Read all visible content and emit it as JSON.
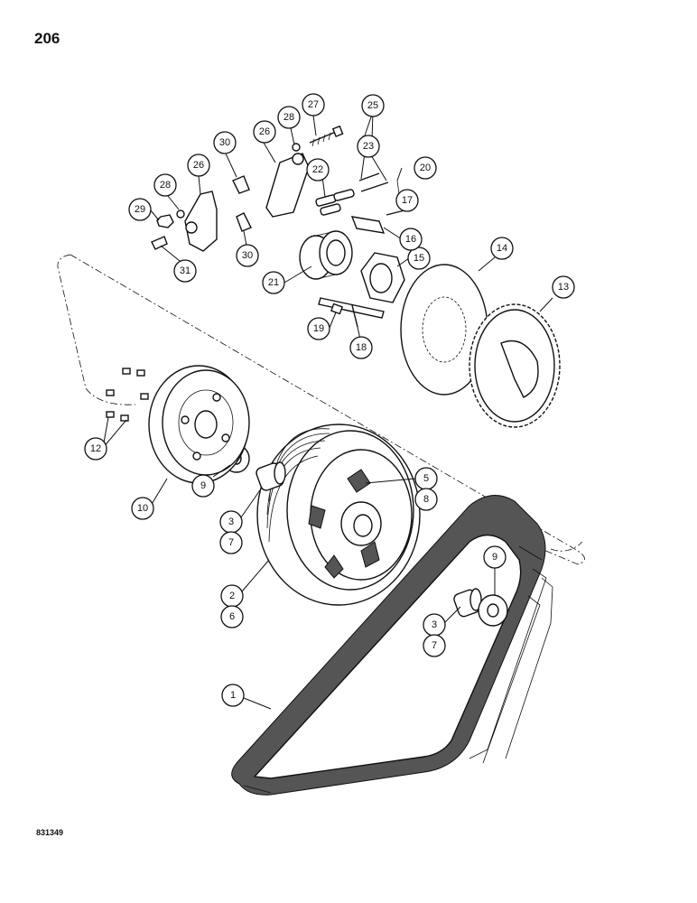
{
  "page": {
    "number": "206",
    "figure_code": "831349",
    "colors": {
      "ink": "#111111",
      "paper": "#ffffff",
      "belt": "#555555"
    }
  },
  "callouts": [
    {
      "id": "c1",
      "label": "1"
    },
    {
      "id": "c2",
      "label": "2"
    },
    {
      "id": "c6",
      "label": "6"
    },
    {
      "id": "c3a",
      "label": "3"
    },
    {
      "id": "c7a",
      "label": "7"
    },
    {
      "id": "c3b",
      "label": "3"
    },
    {
      "id": "c7b",
      "label": "7"
    },
    {
      "id": "c5",
      "label": "5"
    },
    {
      "id": "c8",
      "label": "8"
    },
    {
      "id": "c9a",
      "label": "9"
    },
    {
      "id": "c9b",
      "label": "9"
    },
    {
      "id": "c10",
      "label": "10"
    },
    {
      "id": "c12",
      "label": "12"
    },
    {
      "id": "c13",
      "label": "13"
    },
    {
      "id": "c14",
      "label": "14"
    },
    {
      "id": "c15",
      "label": "15"
    },
    {
      "id": "c16",
      "label": "16"
    },
    {
      "id": "c17",
      "label": "17"
    },
    {
      "id": "c18",
      "label": "18"
    },
    {
      "id": "c19",
      "label": "19"
    },
    {
      "id": "c20",
      "label": "20"
    },
    {
      "id": "c21",
      "label": "21"
    },
    {
      "id": "c22",
      "label": "22"
    },
    {
      "id": "c23",
      "label": "23"
    },
    {
      "id": "c25",
      "label": "25"
    },
    {
      "id": "c26a",
      "label": "26"
    },
    {
      "id": "c26b",
      "label": "26"
    },
    {
      "id": "c27",
      "label": "27"
    },
    {
      "id": "c28a",
      "label": "28"
    },
    {
      "id": "c28b",
      "label": "28"
    },
    {
      "id": "c29",
      "label": "29"
    },
    {
      "id": "c30a",
      "label": "30"
    },
    {
      "id": "c30b",
      "label": "30"
    },
    {
      "id": "c31",
      "label": "31"
    }
  ]
}
